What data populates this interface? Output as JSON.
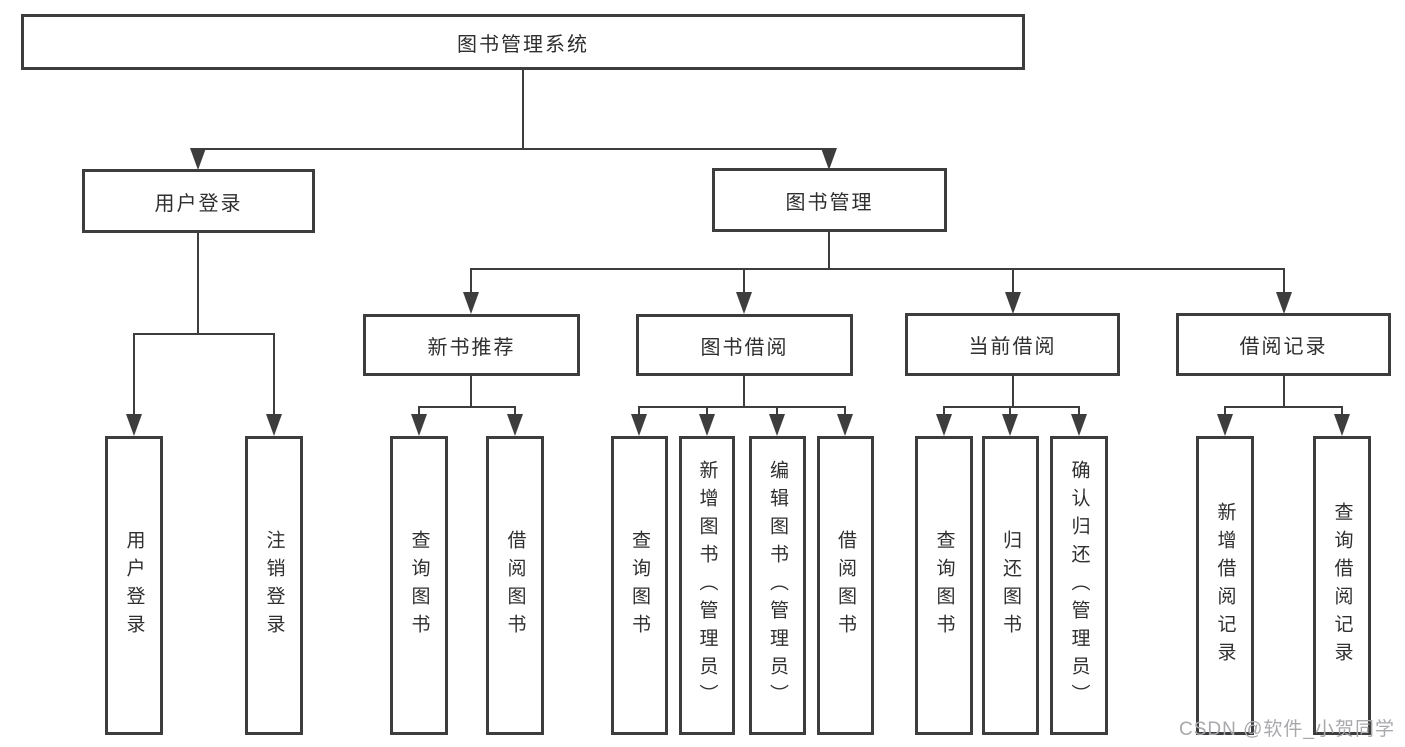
{
  "diagram_title": "图书管理系统",
  "colors": {
    "line": "#3d3d3d",
    "text": "#2f2f2f",
    "background": "#ffffff",
    "watermark": "#a9a9ad"
  },
  "nodes": {
    "root": "图书管理系统",
    "user_login": "用户登录",
    "book_mgmt": "图书管理",
    "new_book_rec": "新书推荐",
    "book_borrow": "图书借阅",
    "current_borrow": "当前借阅",
    "borrow_record": "借阅记录",
    "login_leaf": "用户登录",
    "logout_leaf": "注销登录",
    "rec_query": "查询图书",
    "rec_borrow": "借阅图书",
    "bb_query": "查询图书",
    "bb_add": "新增图书（管理员）",
    "bb_edit": "编辑图书（管理员）",
    "bb_borrow": "借阅图书",
    "cb_query": "查询图书",
    "cb_return": "归还图书",
    "cb_confirm": "确认归还（管理员）",
    "br_add": "新增借阅记录",
    "br_query": "查询借阅记录"
  },
  "hierarchy": {
    "图书管理系统": {
      "用户登录": [
        "用户登录",
        "注销登录"
      ],
      "图书管理": {
        "新书推荐": [
          "查询图书",
          "借阅图书"
        ],
        "图书借阅": [
          "查询图书",
          "新增图书（管理员）",
          "编辑图书（管理员）",
          "借阅图书"
        ],
        "当前借阅": [
          "查询图书",
          "归还图书",
          "确认归还（管理员）"
        ],
        "借阅记录": [
          "新增借阅记录",
          "查询借阅记录"
        ]
      }
    }
  },
  "watermark": "CSDN @软件_小贺同学"
}
